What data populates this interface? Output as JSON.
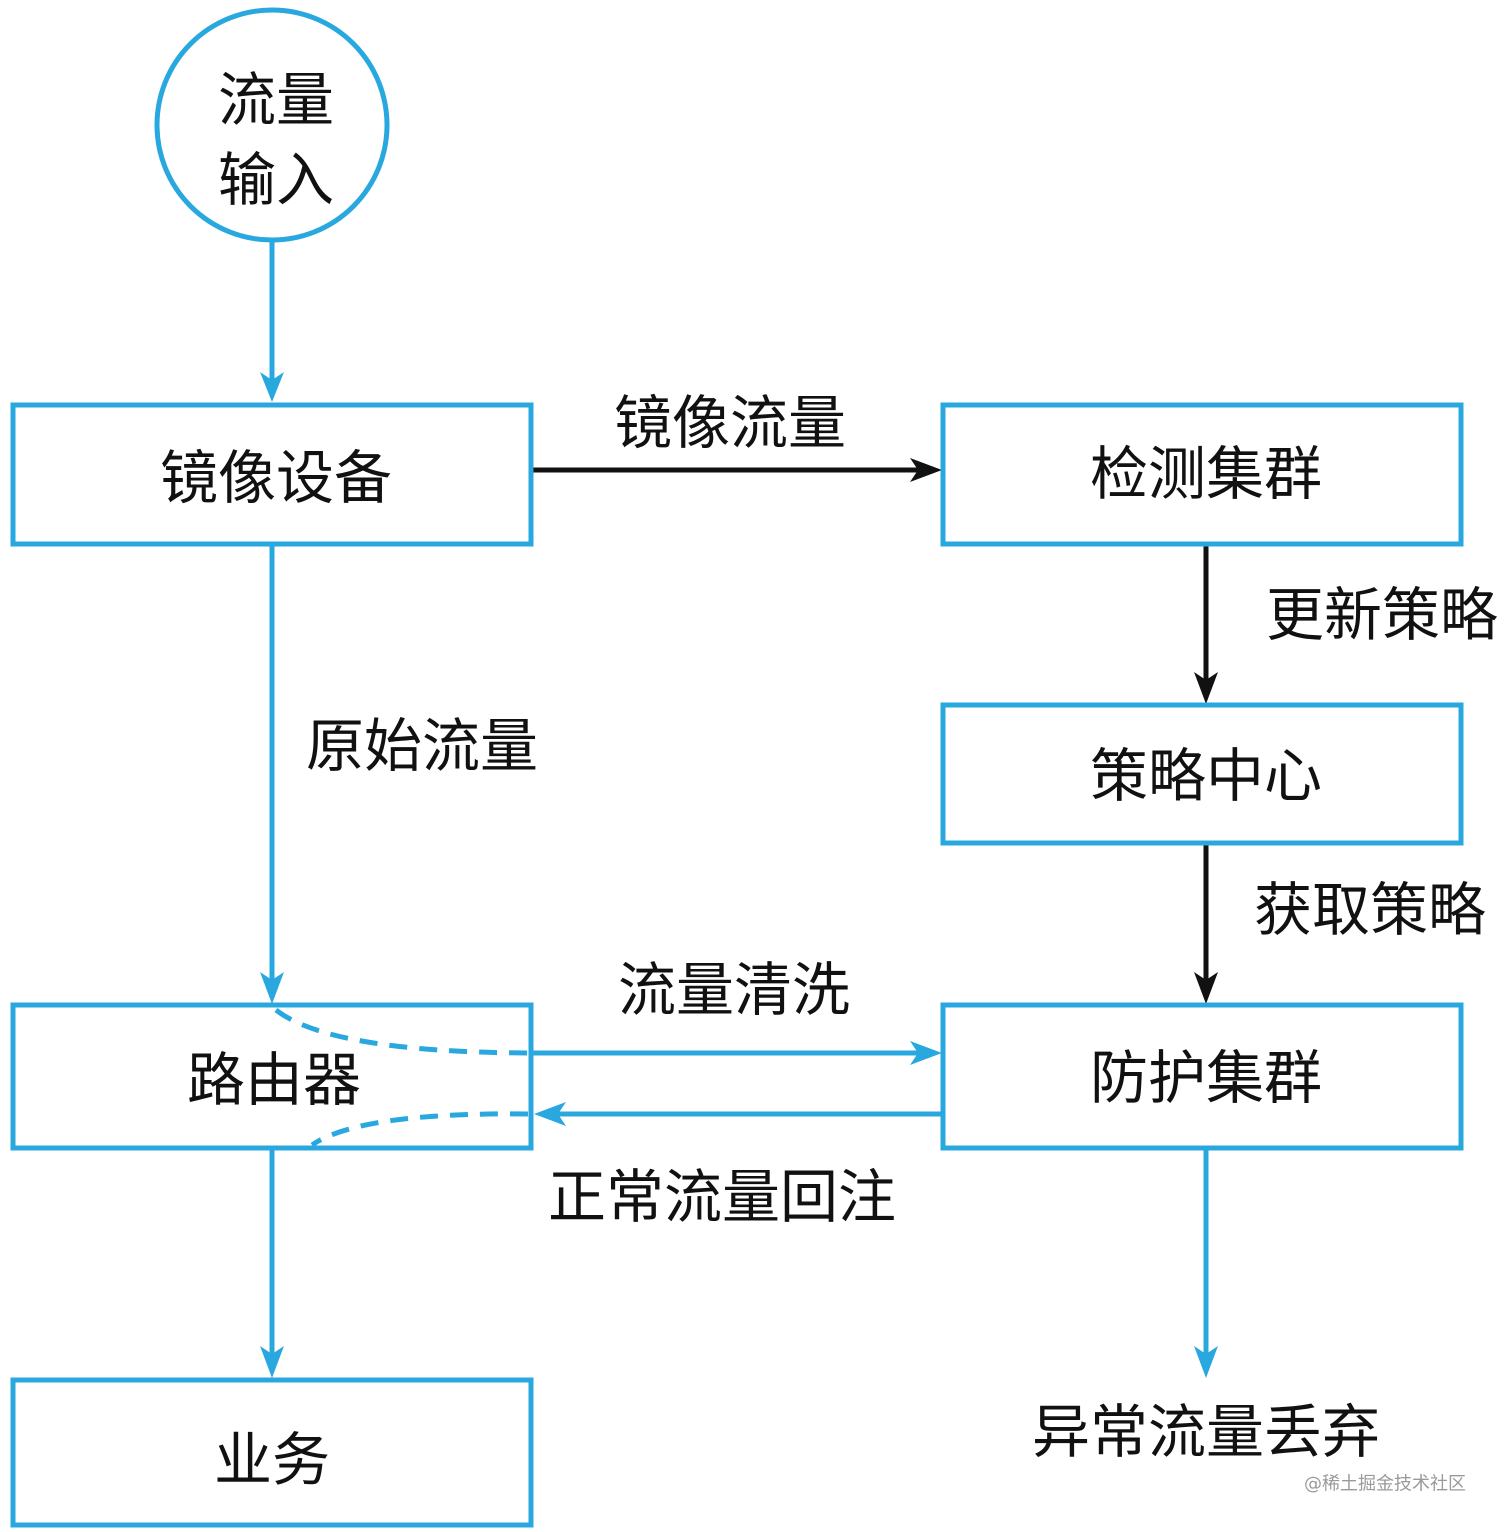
{
  "nodes": {
    "traffic_input_line1": "流量",
    "traffic_input_line2": "输入",
    "mirror_device": "镜像设备",
    "detection_cluster": "检测集群",
    "policy_center": "策略中心",
    "router": "路由器",
    "protection_cluster": "防护集群",
    "business": "业务",
    "abnormal_drop": "异常流量丢弃"
  },
  "edges": {
    "mirror_traffic": "镜像流量",
    "original_traffic": "原始流量",
    "update_policy": "更新策略",
    "get_policy": "获取策略",
    "traffic_cleaning": "流量清洗",
    "normal_reinject": "正常流量回注"
  },
  "colors": {
    "accent": "#29a8e0",
    "text": "#111111",
    "background": "#ffffff"
  },
  "watermark": "@稀土掘金技术社区"
}
